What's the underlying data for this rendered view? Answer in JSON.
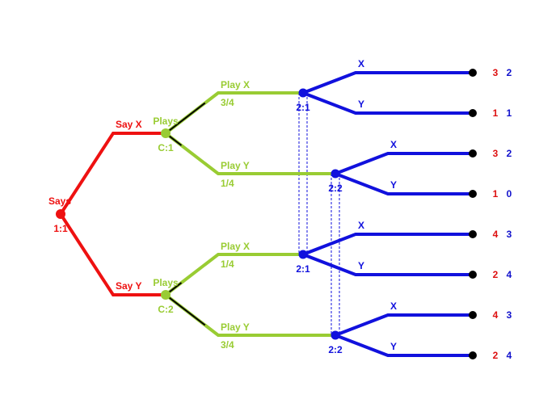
{
  "colors": {
    "player1": "#ee1111",
    "chance": "#99cc33",
    "player2": "#1111dd",
    "terminal": "#000000",
    "payoff1": "#dd1111",
    "payoff2": "#1111cc"
  },
  "root": {
    "label": "Says",
    "id": "1:1"
  },
  "moves1": [
    {
      "label": "Say X",
      "chance_label": "Plays",
      "chance_id": "C:1",
      "outcomes": [
        {
          "label": "Play X",
          "prob": "3/4",
          "info_set": "2:1"
        },
        {
          "label": "Play Y",
          "prob": "1/4",
          "info_set": "2:2"
        }
      ]
    },
    {
      "label": "Say Y",
      "chance_label": "Plays",
      "chance_id": "C:2",
      "outcomes": [
        {
          "label": "Play X",
          "prob": "1/4",
          "info_set": "2:1"
        },
        {
          "label": "Play Y",
          "prob": "3/4",
          "info_set": "2:2"
        }
      ]
    }
  ],
  "moves2": [
    "X",
    "Y"
  ],
  "payoffs": [
    [
      "3",
      "2"
    ],
    [
      "1",
      "1"
    ],
    [
      "3",
      "2"
    ],
    [
      "1",
      "0"
    ],
    [
      "4",
      "3"
    ],
    [
      "2",
      "4"
    ],
    [
      "4",
      "3"
    ],
    [
      "2",
      "4"
    ]
  ]
}
